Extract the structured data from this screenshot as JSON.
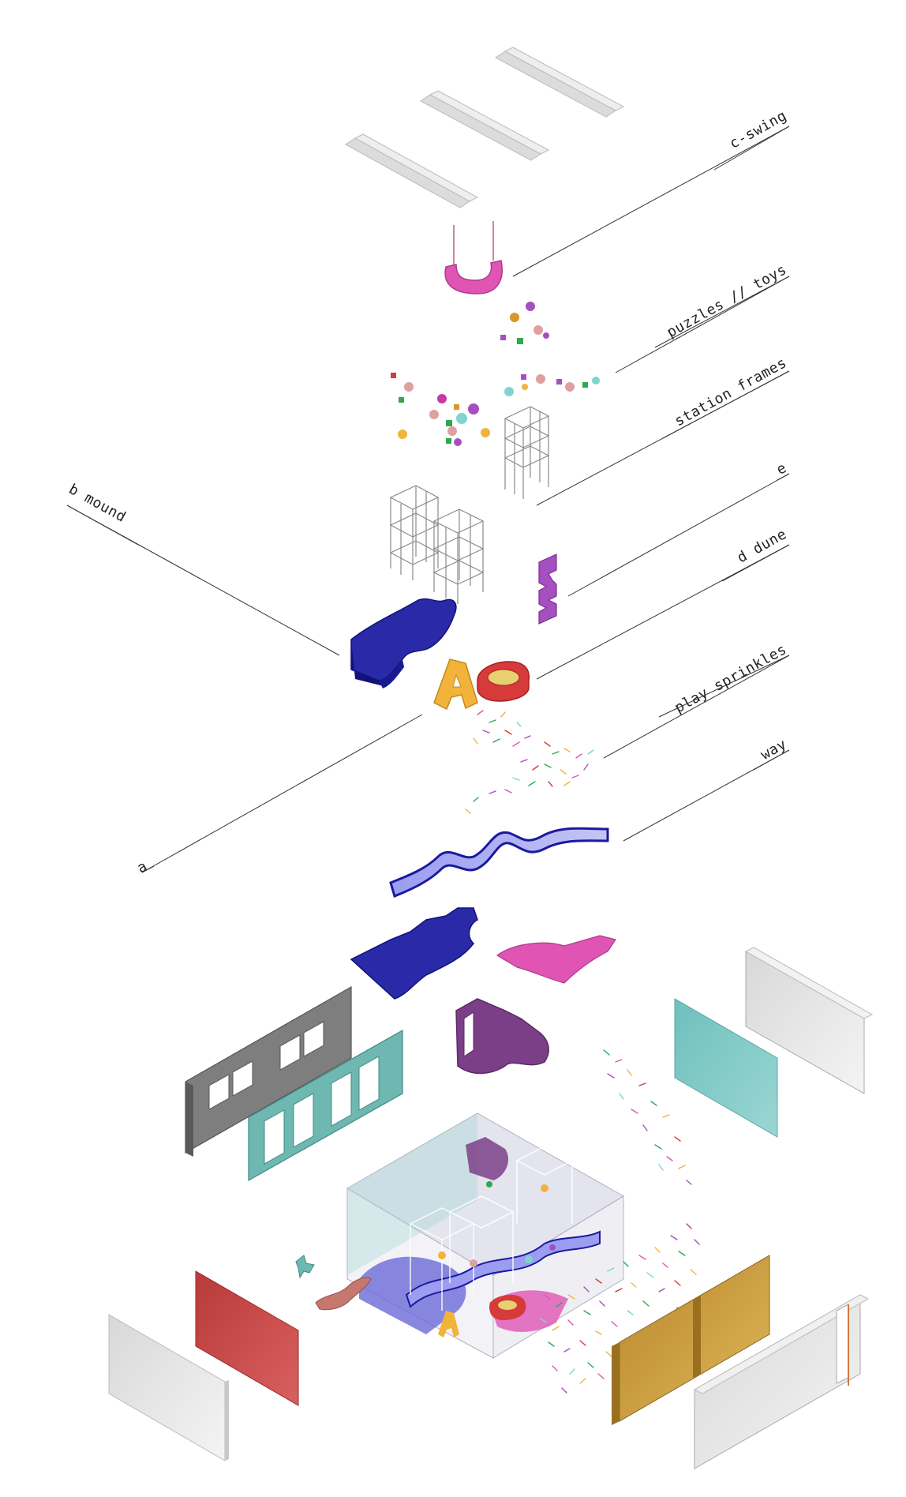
{
  "labels": {
    "c_swing": "c-swing",
    "puzzles_toys": "puzzles // toys",
    "station_frames": "station frames",
    "e": "e",
    "b_mound": "b mound",
    "d_dune": "d dune",
    "play_sprinkles": "play sprinkles",
    "way": "way",
    "a": "a"
  },
  "colors": {
    "mound": "#2a2aa8",
    "swing": "#e055b4",
    "letter_a": "#f2b33a",
    "dune": "#d63a3a",
    "letter_e": "#a64fc0",
    "way": "#8f8fe0",
    "teal_wall": "#7fc4c0",
    "red_wall": "#c94a4a",
    "ochre_wall": "#c99a3a",
    "purple_station": "#7b3f88",
    "gray_wall": "#8c8c8c",
    "light_panel": "#e4e4e4"
  }
}
